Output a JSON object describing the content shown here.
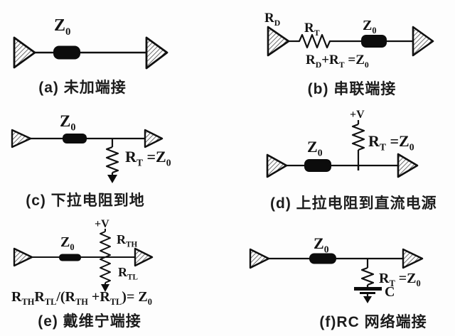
{
  "panels": {
    "a": {
      "caption": "(a) 未加端接",
      "z0": {
        "base": "Z",
        "sub": "0"
      }
    },
    "b": {
      "caption": "(b) 串联端接",
      "rd": {
        "base": "R",
        "sub": "D"
      },
      "rt": {
        "base": "R",
        "sub": "T"
      },
      "z0": {
        "base": "Z",
        "sub": "0"
      },
      "formula": {
        "p1": "R",
        "s1": "D",
        "p2": "+R",
        "s2": "T",
        "p3": " =Z",
        "s3": "0"
      }
    },
    "c": {
      "caption": "(c) 下拉电阻到地",
      "z0": {
        "base": "Z",
        "sub": "0"
      },
      "rt_eq": {
        "p1": "R",
        "s1": "T",
        "p2": " =Z",
        "s2": "0"
      }
    },
    "d": {
      "caption": "(d) 上拉电阻到直流电源",
      "vplus": "+V",
      "z0": {
        "base": "Z",
        "sub": "0"
      },
      "rt_eq": {
        "p1": "R",
        "s1": "T",
        "p2": " =Z",
        "s2": "0"
      }
    },
    "e": {
      "caption": "(e) 戴维宁端接",
      "vplus": "+V",
      "z0": {
        "base": "Z",
        "sub": "0"
      },
      "rth": {
        "base": "R",
        "sub": "TH"
      },
      "rtl": {
        "base": "R",
        "sub": "TL"
      },
      "formula": {
        "p1": "R",
        "s1": "TH",
        "p2": "R",
        "s2": "TL",
        "p3": "/(R",
        "s3": "TH",
        "p4": " +R",
        "s4": "TL",
        "p5": ")= Z",
        "s5": "0"
      }
    },
    "f": {
      "caption": "(f)RC 网络端接",
      "z0": {
        "base": "Z",
        "sub": "0"
      },
      "rt_eq": {
        "p1": "R",
        "s1": "T",
        "p2": " =Z",
        "s2": "0"
      },
      "cap_label": "C"
    }
  }
}
